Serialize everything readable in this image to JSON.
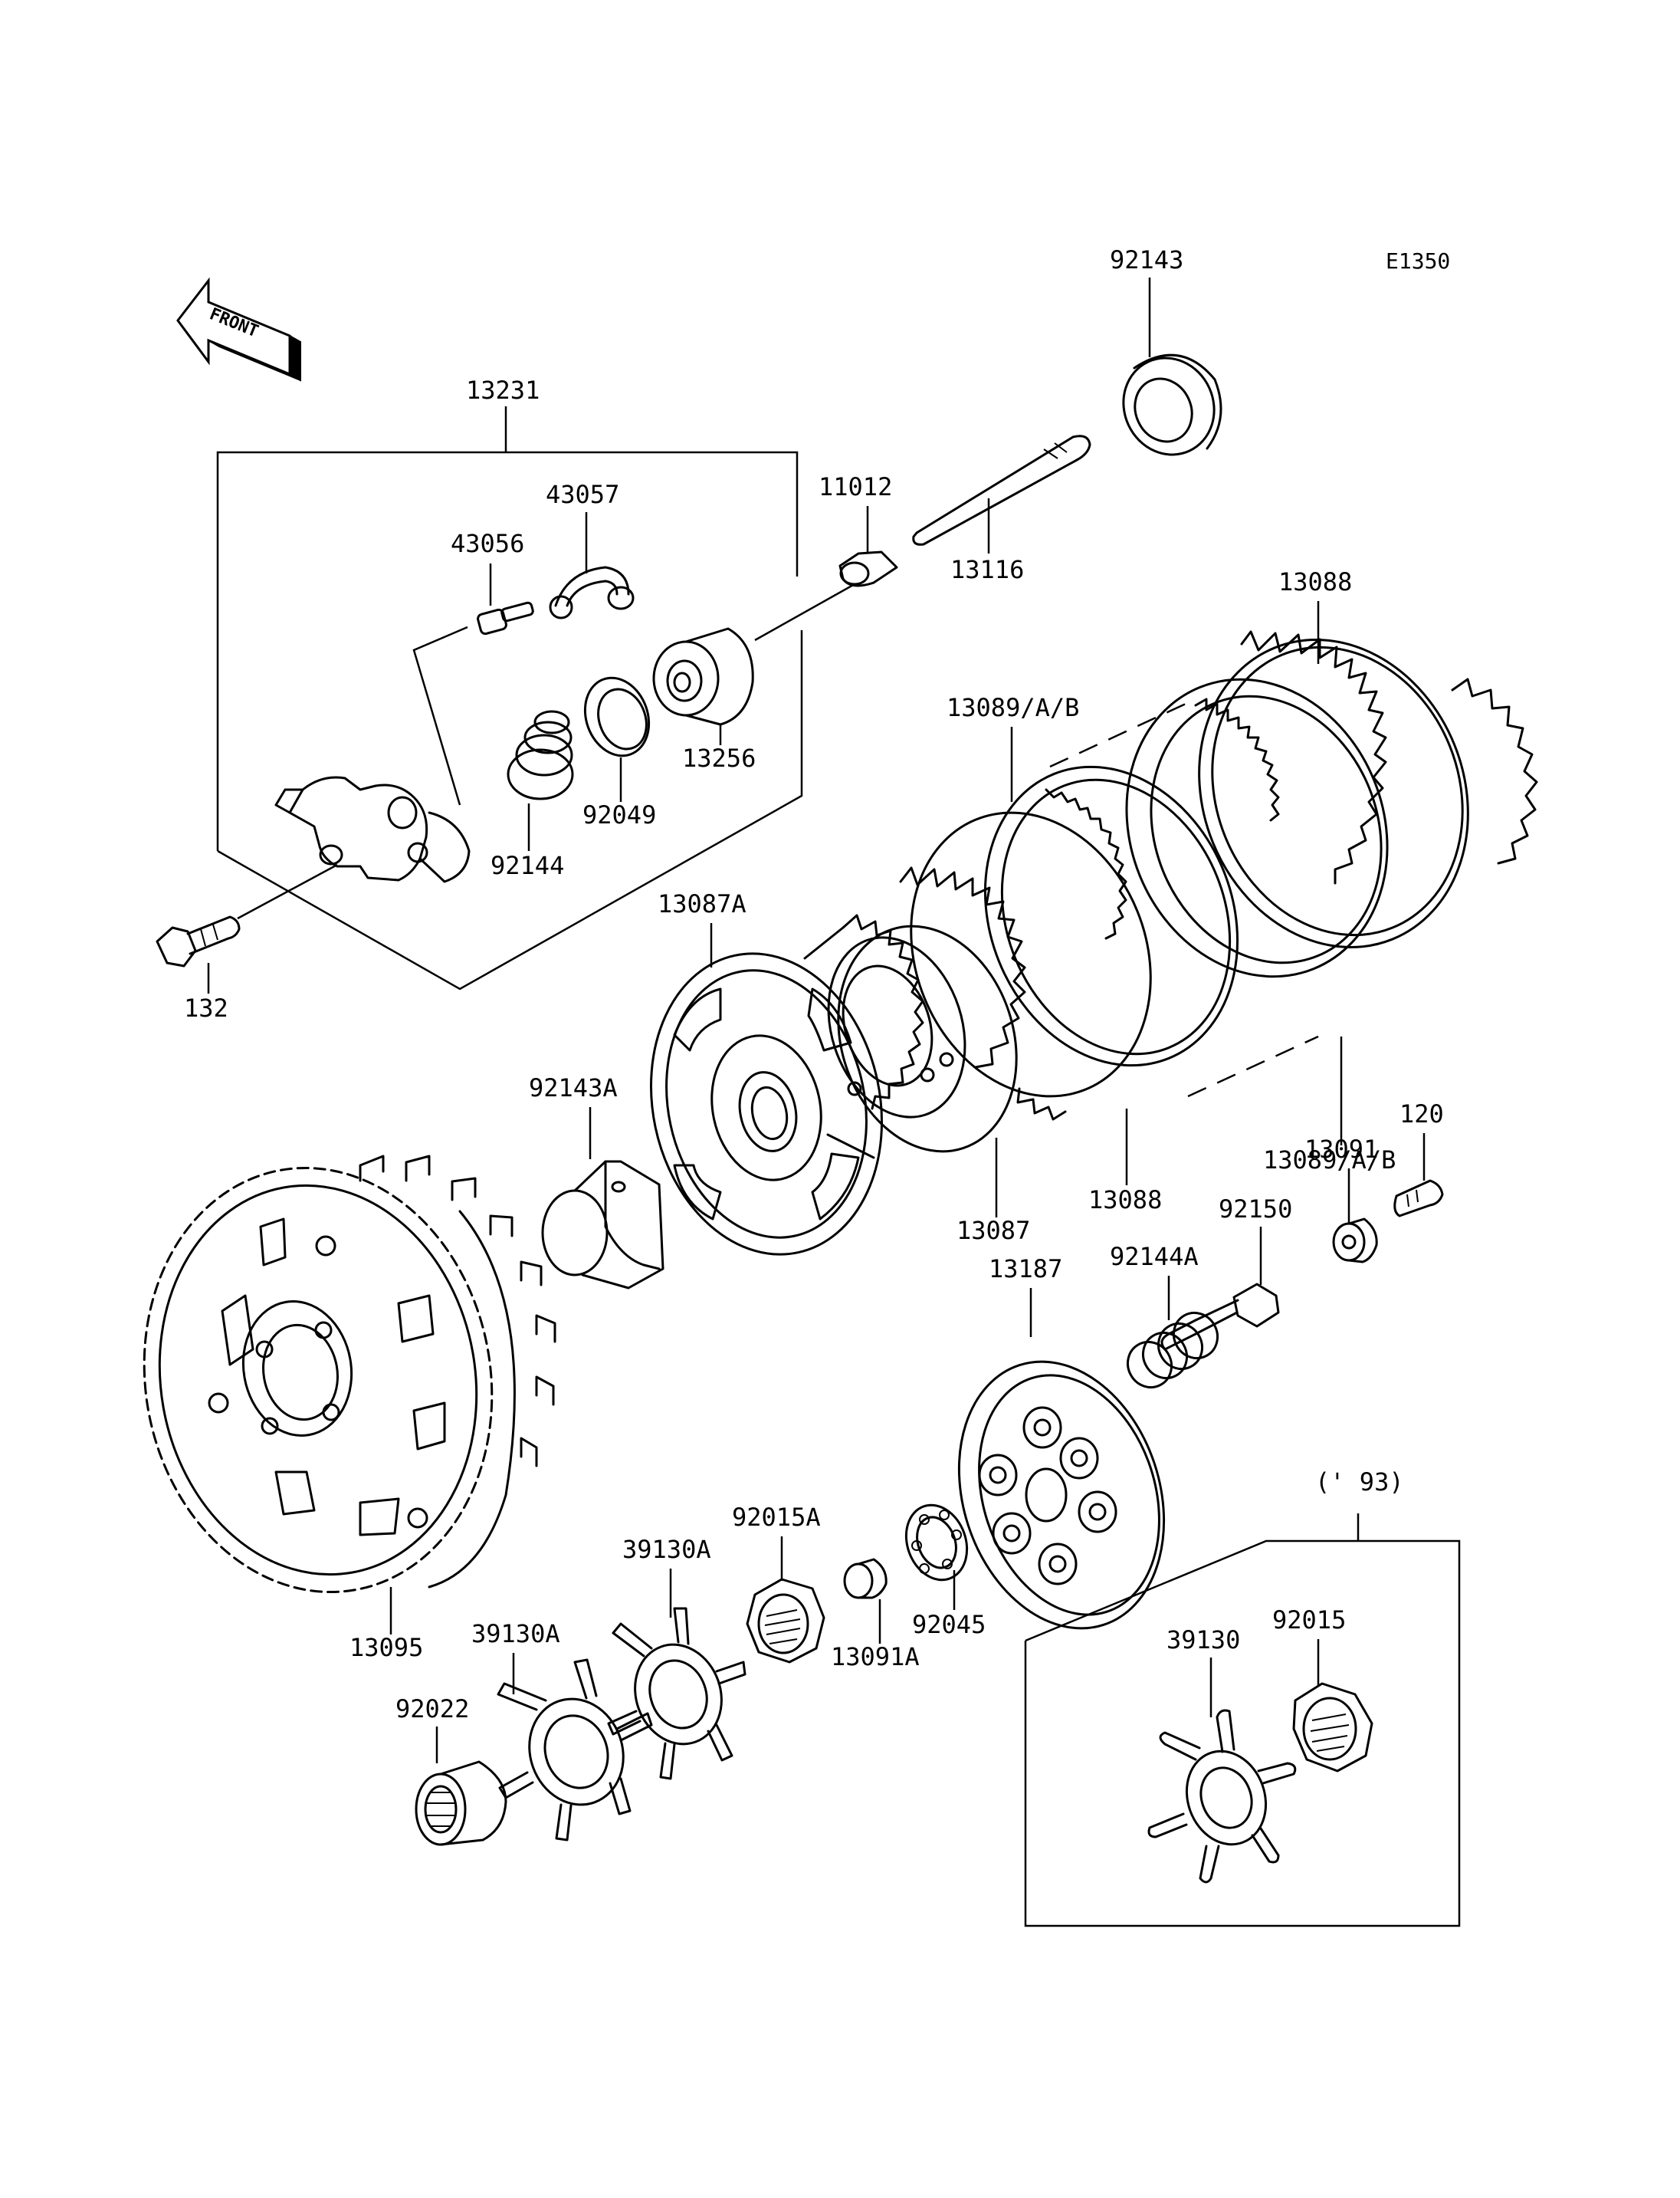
{
  "diagram_code": "E1350",
  "front_label": "FRONT",
  "variant_note": "(' 93)",
  "parts": {
    "p92143": "92143",
    "p13231": "13231",
    "p43057": "43057",
    "p43056": "43056",
    "p11012": "11012",
    "p13116": "13116",
    "p13088_top": "13088",
    "p13089_top": "13089/A/B",
    "p13256": "13256",
    "p92049": "92049",
    "p92144": "92144",
    "p132": "132",
    "p13087A": "13087A",
    "p92143A": "92143A",
    "p13089_bot": "13089/A/B",
    "p120": "120",
    "p13091": "13091",
    "p92150": "92150",
    "p13088_bot": "13088",
    "p13087": "13087",
    "p13187": "13187",
    "p92144A": "92144A",
    "p92015A": "92015A",
    "p39130A_top": "39130A",
    "p39130A_bot": "39130A",
    "p13091A": "13091A",
    "p92045": "92045",
    "p13095": "13095",
    "p92022": "92022",
    "p39130": "39130",
    "p92015": "92015"
  }
}
